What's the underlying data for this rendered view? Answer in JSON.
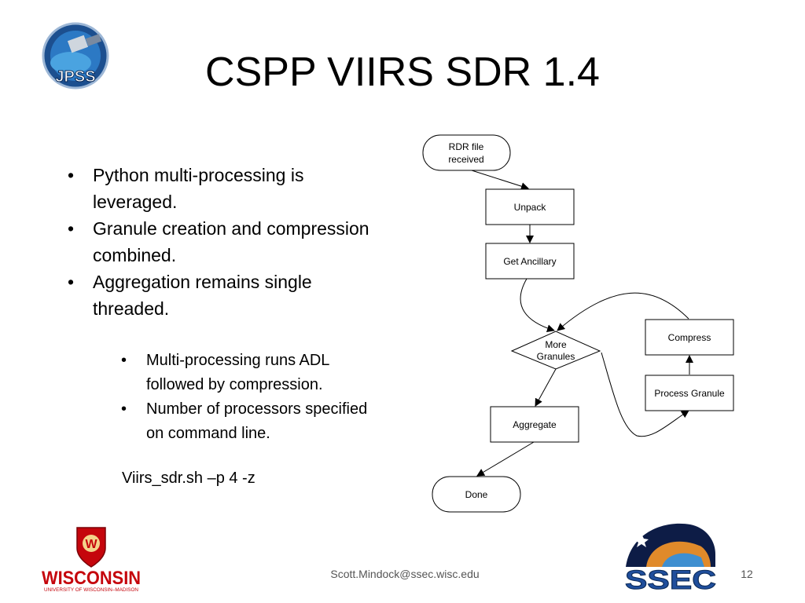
{
  "slide": {
    "title": "CSPP VIIRS SDR 1.4",
    "bullets": [
      "Python multi-processing is leveraged.",
      "Granule creation and compression combined.",
      "Aggregation remains single threaded."
    ],
    "sub_bullets": [
      "Multi-processing runs ADL followed by compression.",
      "Number of processors specified on command line."
    ],
    "command": "Viirs_sdr.sh –p 4 -z"
  },
  "flowchart": {
    "rdr_line1": "RDR file",
    "rdr_line2": "received",
    "unpack": "Unpack",
    "ancillary": "Get Ancillary",
    "more_line1": "More",
    "more_line2": "Granules",
    "compress": "Compress",
    "process": "Process Granule",
    "aggregate": "Aggregate",
    "done": "Done"
  },
  "logos": {
    "jpss_text": "JPSS",
    "wisconsin_text": "WISCONSIN",
    "wisconsin_sub": "UNIVERSITY OF WISCONSIN–MADISON",
    "ssec_text": "SSEC",
    "crest_letter": "W"
  },
  "footer": {
    "email": "Scott.Mindock@ssec.wisc.edu",
    "page": "12"
  }
}
